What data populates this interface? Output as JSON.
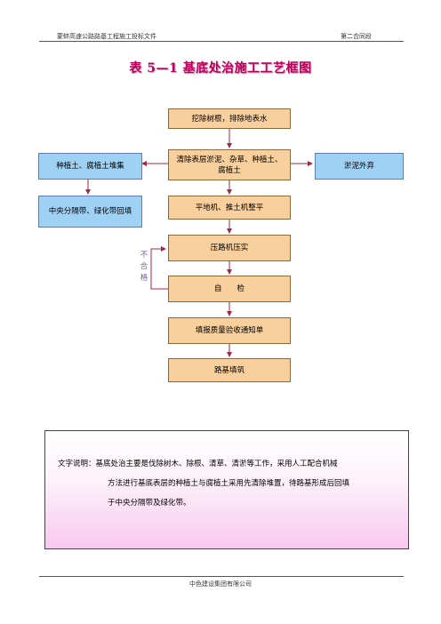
{
  "header": {
    "left": "蒙蚌高速公路路基工程施工投标文件",
    "right": "第二合同段"
  },
  "title": "表 5—1  基底处治施工工艺框图",
  "flow": {
    "step1": "挖除树根，排除地表水",
    "step2": "清除表层淤泥、杂草、种植土、腐植土",
    "step3": "平地机、推土机整平",
    "step4": "压路机压实",
    "step5": "自　　检",
    "step6": "填报质量验收通知单",
    "step7": "路基填筑",
    "left_a": "种植土、腐植土堆集",
    "left_b": "中央分隔带、绿化带回填",
    "right_a": "淤泥外弃",
    "fail": "不合格"
  },
  "note": {
    "line1": "文字说明：基底处治主要是伐除树木、除根、清草、清淤等工作，采用人工配合机械",
    "line2": "方法进行基底表层的种植土与腐植土采用先清除堆置，待路基形成后回填",
    "line3": "于中央分隔带及绿化带。"
  },
  "footer": "中色建设集团有限公司",
  "colors": {
    "title": "#b8005a",
    "tan_box": "#f8cf9d",
    "blue_box": "#9fd1f5",
    "arrow": "#9b2a4e"
  }
}
